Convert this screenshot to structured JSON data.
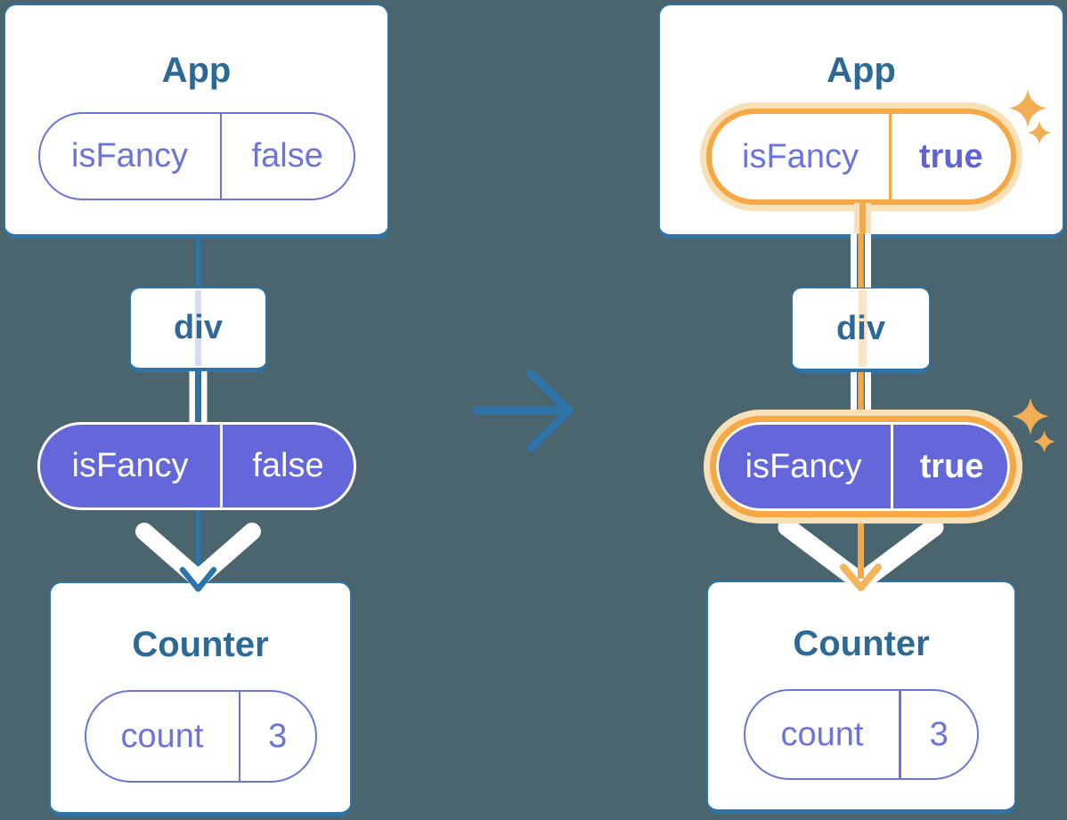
{
  "colors": {
    "background": "#4B656F",
    "tree_line_blue": "#2E74A8",
    "component_title": "#2D6996",
    "prop_purple": "#6C74DB",
    "state_pill_fill": "#6467DA",
    "highlight_orange": "#F5A843",
    "highlight_halo": "#FAE0B6",
    "sparkle_orange": "#F2AE55",
    "lavender_stripe": "#D5DCF5",
    "pale_orange_stripe": "#FAE5C8"
  },
  "panels": {
    "before": {
      "app": {
        "title": "App",
        "prop": {
          "name": "isFancy",
          "value": "false"
        }
      },
      "container": {
        "label": "div"
      },
      "passed_prop": {
        "name": "isFancy",
        "value": "false"
      },
      "counter": {
        "title": "Counter",
        "state": {
          "name": "count",
          "value": "3"
        }
      }
    },
    "after": {
      "app": {
        "title": "App",
        "prop": {
          "name": "isFancy",
          "value": "true"
        }
      },
      "container": {
        "label": "div"
      },
      "passed_prop": {
        "name": "isFancy",
        "value": "true"
      },
      "counter": {
        "title": "Counter",
        "state": {
          "name": "count",
          "value": "3"
        }
      }
    }
  },
  "icons": {
    "middle_arrow": "right-arrow-icon",
    "sparkles": "sparkle-icon",
    "flow_arrow": "down-chevron-arrow-icon"
  }
}
